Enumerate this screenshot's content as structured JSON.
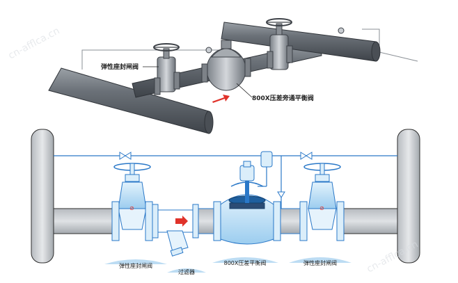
{
  "top_illustration": {
    "left_valve_label": "弹性座封闸阀",
    "center_valve_label": "800X压差旁通平衡阀"
  },
  "bottom_schematic": {
    "labels": [
      "弹性座封闸阀",
      "过滤器",
      "800X压差平衡阀",
      "弹性座封闸阀"
    ]
  },
  "watermark": "cn-afflca.cn",
  "colors": {
    "pipe_dark": "#5a5f66",
    "pipe_light": "#c9cdd2",
    "outline_blue": "#2a78c8",
    "fill_blue": "#b9def5",
    "arrow_red": "#e0322a"
  }
}
